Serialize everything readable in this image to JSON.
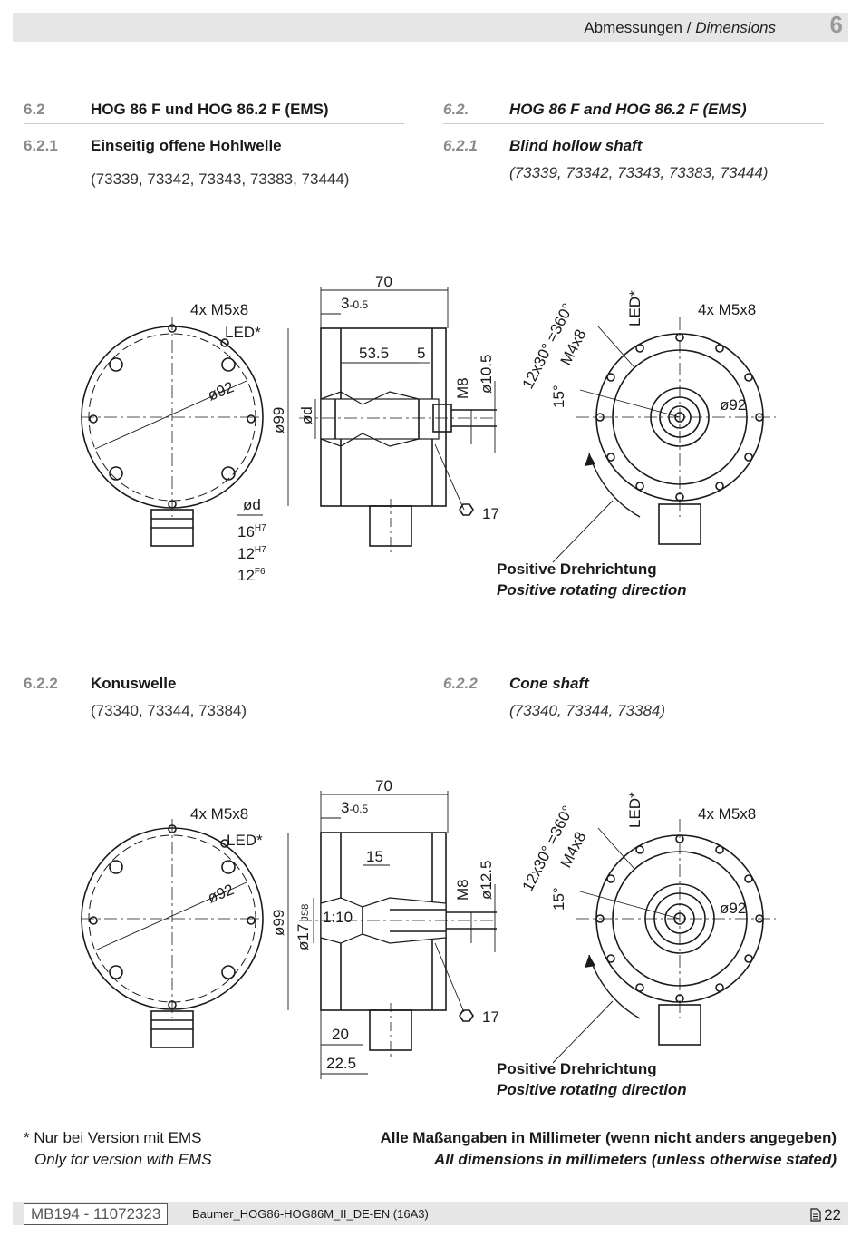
{
  "header": {
    "title_de": "Abmessungen / ",
    "title_en": "Dimensions",
    "chapter": "6"
  },
  "section": {
    "num_de": "6.2",
    "title_de": "HOG 86 F und HOG 86.2 F (EMS)",
    "num_en": "6.2.",
    "title_en": "HOG 86 F and HOG 86.2 F (EMS)"
  },
  "sub1": {
    "num_de": "6.2.1",
    "title_de": "Einseitig offene Hohlwelle",
    "variants_de": "(73339, 73342, 73343, 73383, 73444)",
    "num_en": "6.2.1",
    "title_en": "Blind hollow shaft",
    "variants_en": "(73339, 73342, 73343, 73383, 73444)"
  },
  "sub2": {
    "num_de": "6.2.2",
    "title_de": "Konuswelle",
    "variants_de": "(73340, 73344, 73384)",
    "num_en": "6.2.2",
    "title_en": "Cone shaft",
    "variants_en": "(73340, 73344, 73384)"
  },
  "drawing1": {
    "front_thread": "4x M5x8",
    "led": "LED*",
    "front_dia": "ø92",
    "d_label": "ød",
    "d_opt1": "16",
    "d_opt1_tol": "H7",
    "d_opt2": "12",
    "d_opt2_tol": "H7",
    "d_opt3": "12",
    "d_opt3_tol": "F6",
    "side_length": "70",
    "side_step": "3",
    "side_step_tol": "-0.5",
    "side_depth": "53.5",
    "side_5": "5",
    "side_body_dia": "ø99",
    "side_bore": "ød",
    "side_m8": "M8",
    "side_dia105": "ø10.5",
    "wrench": "17",
    "rear_angle": "12x30° =360°",
    "rear_thread": "M4x8",
    "rear_led": "LED*",
    "rear_15": "15°",
    "rear_thread2": "4x M5x8",
    "rear_dia": "ø92",
    "rot_de": "Positive Drehrichtung",
    "rot_en": "Positive rotating direction"
  },
  "drawing2": {
    "front_thread": "4x M5x8",
    "led": "LED*",
    "front_dia": "ø92",
    "side_length": "70",
    "side_step": "3",
    "side_step_tol": "-0.5",
    "side_15": "15",
    "side_body_dia": "ø99",
    "side_cone_dia": "ø17",
    "side_cone_tol": "JS8",
    "side_taper": "1:10",
    "side_m8": "M8",
    "side_dia125": "ø12.5",
    "side_20": "20",
    "side_225": "22.5",
    "wrench": "17",
    "rear_angle": "12x30° =360°",
    "rear_thread": "M4x8",
    "rear_led": "LED*",
    "rear_15": "15°",
    "rear_thread2": "4x M5x8",
    "rear_dia": "ø92",
    "rot_de": "Positive Drehrichtung",
    "rot_en": "Positive rotating direction"
  },
  "notes": {
    "ems_de": "* Nur bei Version mit EMS",
    "ems_en": "Only for version with EMS",
    "units_de": "Alle Maßangaben in Millimeter (wenn nicht anders angegeben)",
    "units_en": "All dimensions in millimeters (unless otherwise stated)"
  },
  "footer": {
    "doc_no": "MB194 - 11072323",
    "file": "Baumer_HOG86-HOG86M_II_DE-EN (16A3)",
    "page": "22",
    "page_icon": "document-icon"
  }
}
